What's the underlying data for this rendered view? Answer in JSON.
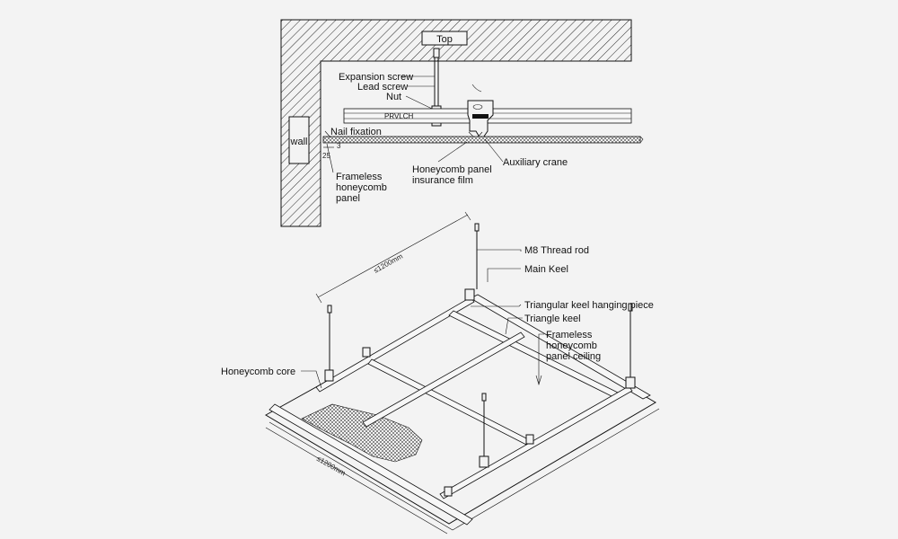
{
  "colors": {
    "background": "#f3f3f3",
    "line": "#111111"
  },
  "section": {
    "top_label": "Top",
    "wall_label": "wall",
    "brand_mark": "PRVLCH",
    "dimension_25": "25",
    "dimension_3": "3",
    "labels": {
      "expansion_screw": "Expansion screw",
      "lead_screw": "Lead screw",
      "nut": "Nut",
      "nail_fixation": "Nail fixation",
      "frameless_line1": "Frameless",
      "frameless_line2": "honeycomb",
      "frameless_line3": "panel",
      "film_line1": "Honeycomb panel",
      "film_line2": "insurance film",
      "auxiliary_crane": "Auxiliary crane"
    }
  },
  "iso": {
    "dim_top": "≤1200mm",
    "dim_bottom": "≤1200mm",
    "labels": {
      "m8_rod": "M8 Thread rod",
      "main_keel": "Main Keel",
      "hanging_piece": "Triangular keel hanging piece",
      "triangle_keel": "Triangle keel",
      "ceiling_line1": "Frameless",
      "ceiling_line2": "honeycomb",
      "ceiling_line3": "panel ceiling",
      "honeycomb_core": "Honeycomb core"
    }
  }
}
